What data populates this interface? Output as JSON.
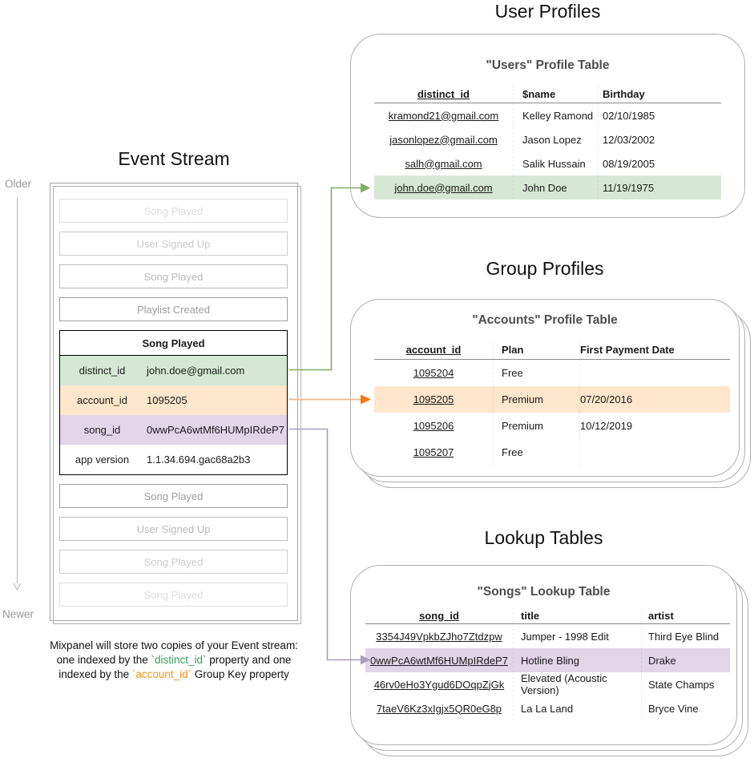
{
  "event_stream": {
    "title": "Event Stream",
    "older_label": "Older",
    "newer_label": "Newer",
    "events_before": [
      {
        "label": "Song Played",
        "opacity": 0.28
      },
      {
        "label": "User Signed Up",
        "opacity": 0.45
      },
      {
        "label": "Song Played",
        "opacity": 0.6
      },
      {
        "label": "Playlist Created",
        "opacity": 0.85
      }
    ],
    "expanded_event": {
      "title": "Song Played",
      "properties": [
        {
          "key": "distinct_id",
          "value": "john.doe@gmail.com",
          "highlight": "green"
        },
        {
          "key": "account_id",
          "value": "1095205",
          "highlight": "orange"
        },
        {
          "key": "song_id",
          "value": "0wwPcA6wtMf6HUMpIRdeP7",
          "highlight": "purple"
        },
        {
          "key": "app version",
          "value": "1.1.34.694.gac68a2b3",
          "highlight": "none"
        }
      ]
    },
    "events_after": [
      {
        "label": "Song Played",
        "opacity": 0.85
      },
      {
        "label": "User Signed Up",
        "opacity": 0.6
      },
      {
        "label": "Song Played",
        "opacity": 0.45
      },
      {
        "label": "Song Played",
        "opacity": 0.28
      }
    ],
    "caption_line1": "Mixpanel will store two copies of your Event stream:",
    "caption_line2_pre": "one indexed by the ",
    "caption_line2_code": "`distinct_id`",
    "caption_line2_post": " property and one",
    "caption_line3_pre": "indexed by the ",
    "caption_line3_code": "`account_id`",
    "caption_line3_post": " Group Key property"
  },
  "user_profiles": {
    "section_title": "User Profiles",
    "table_title": "\"Users\" Profile Table",
    "columns": [
      "distinct_id",
      "$name",
      "Birthday"
    ],
    "rows": [
      {
        "cells": [
          "kramond21@gmail.com",
          "Kelley Ramond",
          "02/10/1985"
        ],
        "highlight": false
      },
      {
        "cells": [
          "jasonlopez@gmail.com",
          "Jason Lopez",
          "12/03/2002"
        ],
        "highlight": false
      },
      {
        "cells": [
          "salh@gmail.com",
          "Salik Hussain",
          "08/19/2005"
        ],
        "highlight": false
      },
      {
        "cells": [
          "john.doe@gmail.com",
          "John Doe",
          "11/19/1975"
        ],
        "highlight": true
      }
    ]
  },
  "group_profiles": {
    "section_title": "Group Profiles",
    "table_title": "\"Accounts\" Profile Table",
    "columns": [
      "account_id",
      "Plan",
      "First Payment Date"
    ],
    "rows": [
      {
        "cells": [
          "1095204",
          "Free",
          ""
        ],
        "highlight": false
      },
      {
        "cells": [
          "1095205",
          "Premium",
          "07/20/2016"
        ],
        "highlight": true
      },
      {
        "cells": [
          "1095206",
          "Premium",
          "10/12/2019"
        ],
        "highlight": false
      },
      {
        "cells": [
          "1095207",
          "Free",
          ""
        ],
        "highlight": false
      }
    ]
  },
  "lookup_tables": {
    "section_title": "Lookup Tables",
    "table_title": "\"Songs\" Lookup Table",
    "columns": [
      "song_id",
      "title",
      "artist"
    ],
    "rows": [
      {
        "cells": [
          "3354J49VpkbZJho7Ztdzpw",
          "Jumper - 1998 Edit",
          "Third Eye Blind"
        ],
        "highlight": false
      },
      {
        "cells": [
          "0wwPcA6wtMf6HUMpIRdeP7",
          "Hotline Bling",
          "Drake"
        ],
        "highlight": true
      },
      {
        "cells": [
          "46rv0eHo3Ygud6DOqpZjGk",
          "Elevated (Acoustic Version)",
          "State Champs"
        ],
        "highlight": false
      },
      {
        "cells": [
          "7taeV6Kz3xIgjx5QR0eG8p",
          "La La Land",
          "Bryce Vine"
        ],
        "highlight": false
      }
    ]
  },
  "colors": {
    "highlight_green": "#d5e8d4",
    "highlight_orange": "#ffe6cc",
    "highlight_purple": "#e1d5e7",
    "connector_green": "#7fae67",
    "connector_orange_line": "#eabf8f",
    "connector_orange_head": "#f5790f",
    "connector_purple": "#ab9cba",
    "caption_green": "#33a05a",
    "caption_orange": "#ff9012"
  }
}
